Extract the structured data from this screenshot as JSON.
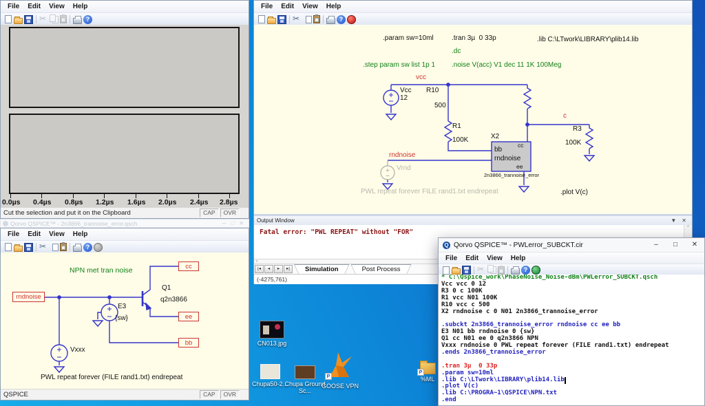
{
  "menu": {
    "items": [
      "File",
      "Edit",
      "View",
      "Help"
    ]
  },
  "wave": {
    "axis": [
      "0.0µs",
      "0.4µs",
      "0.8µs",
      "1.2µs",
      "1.6µs",
      "2.0µs",
      "2.4µs",
      "2.8µs"
    ],
    "status": "Cut the selection and put it on the Clipboard",
    "cap": "CAP",
    "ovr": "OVR"
  },
  "ghost": {
    "title": "Qorvo QSPICE™  - 2n3866_trannoise_error.qsch"
  },
  "sch1": {
    "d_param": ".param sw=10ml",
    "d_tran": ".tran 3µ  0 33p",
    "d_lib": ".lib C:\\LTwork\\LIBRARY\\plib14.lib",
    "d_dc": ".dc",
    "d_step": ".step param sw list 1p 1",
    "d_noise": ".noise V(acc) V1 dec 11 1K 100Meg",
    "net_vcc": "vcc",
    "net_c": "c",
    "net_rnd": "rndnoise",
    "vcc_name": "Vcc",
    "vcc_val": "12",
    "r10": "R10",
    "r10_val": "500",
    "r1": "R1",
    "r1_val": "100K",
    "r3": "R3",
    "r3_val": "100K",
    "x2": "X2",
    "pin_cc": "cc",
    "pin_bb": "bb",
    "pin_rnd": "rndnoise",
    "pin_ee": "ee",
    "x2_model": "2n3866_trannoise_error",
    "vrnd": "Vrnd",
    "pwl": "PWL repeat forever FILE rand1.txt endrepeat",
    "d_plot": ".plot V(c)"
  },
  "output": {
    "title": "Output Window",
    "error": "Fatal error: \"PWL REPEAT\" without \"FOR\""
  },
  "tabs": {
    "sim": "Simulation",
    "post": "Post Process",
    "coords": "(-4275,761)"
  },
  "sch2": {
    "title": "NPN met tran noise",
    "net_rnd": "rndnoise",
    "net_cc": "cc",
    "net_ee": "ee",
    "net_bb": "bb",
    "e3": "E3",
    "e3_val": "{sw}",
    "q1": "Q1",
    "q1_model": "q2n3866",
    "vxxx": "Vxxx",
    "pwl": "PWL repeat forever (FILE rand1.txt) endrepeat",
    "status": "QSPICE",
    "cap": "CAP",
    "ovr": "OVR"
  },
  "editor": {
    "title": "Qorvo QSPICE™ - PWLerror_SUBCKT.cir",
    "lines": [
      "* C:\\Qspice_work\\PhaseNoise_Noise-dBm\\PWLerror_SUBCKT.qsch",
      "Vcc vcc 0 12",
      "R3 0 c 100K",
      "R1 vcc N01 100K",
      "R10 vcc c 500",
      "X2 rndnoise c 0 N01 2n3866_trannoise_error",
      "",
      ".subckt 2n3866_trannoise_error rndnoise cc ee bb",
      "E3 N01 bb rndnoise 0 {sw}",
      "Q1 cc N01 ee 0 q2n3866 NPN",
      "Vxxx rndnoise 0 PWL repeat forever (FILE rand1.txt) endrepeat",
      ".ends 2n3866_trannoise_error",
      "",
      ".tran 3µ  0 33p",
      ".param sw=10ml",
      ".lib C:\\LTwork\\LIBRARY\\plib14.lib",
      ".plot V(c)",
      ".lib C:\\PROGRA~1\\QSPICE\\NPN.txt",
      ".end"
    ]
  },
  "desktop": {
    "icons": [
      {
        "label": "CN013.jpg"
      },
      {
        "label": "Chupa50-2..."
      },
      {
        "label": "Chupa Ground Sc..."
      },
      {
        "label": "GOOSE VPN"
      },
      {
        "label": "%ML"
      }
    ]
  },
  "colors": {
    "wire": "#3434cc",
    "net_label": "#cc3333",
    "directive_green": "#118018",
    "keyword_blue": "#2222c0",
    "comment_green": "#118018",
    "tran_red": "#e02020",
    "error_text": "#8b1515",
    "canvas": "#fffde8",
    "desktop_azure": "#0d87d8",
    "desktop_deep": "#1152b8",
    "component_fill": "#cacaca"
  }
}
